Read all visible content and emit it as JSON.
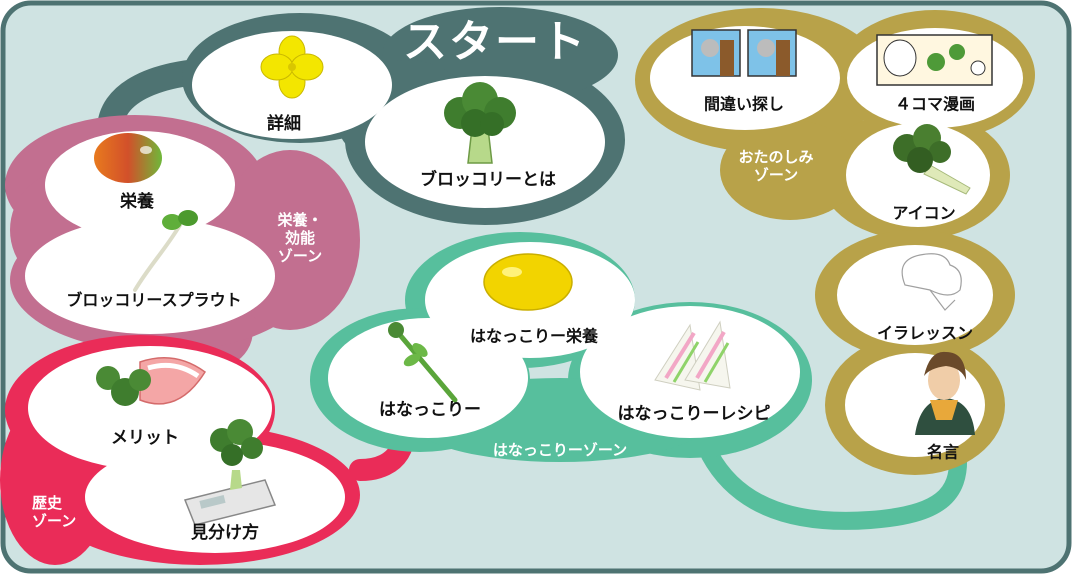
{
  "title": "スタート",
  "colors": {
    "background": "#cfe3e2",
    "frame": "#4e7372",
    "start_zone": "#4e7372",
    "nutrition_zone": "#c26f90",
    "history_zone": "#ea2c58",
    "hanakkori_zone": "#57bf9d",
    "fun_zone": "#b8a249",
    "bubble": "#ffffff"
  },
  "start": {
    "details": "詳細",
    "about": "ブロッコリーとは"
  },
  "nutrition": {
    "zone_label": "栄養・\n効能\nゾーン",
    "nutrition": "栄養",
    "sprout": "ブロッコリースプラウト"
  },
  "history": {
    "zone_label": "歴史\nゾーン",
    "merit": "メリット",
    "howto": "見分け方"
  },
  "hanakkori": {
    "zone_label": "はなっこりーゾーン",
    "hanakkori": "はなっこりー",
    "nutrition": "はなっこりー栄養",
    "recipe": "はなっこりーレシピ"
  },
  "fun": {
    "zone_label": "おたのしみ\nゾーン",
    "spot": "間違い探し",
    "comic": "４コマ漫画",
    "icon": "アイコン",
    "illustration": "イラレッスン",
    "quote": "名言"
  }
}
